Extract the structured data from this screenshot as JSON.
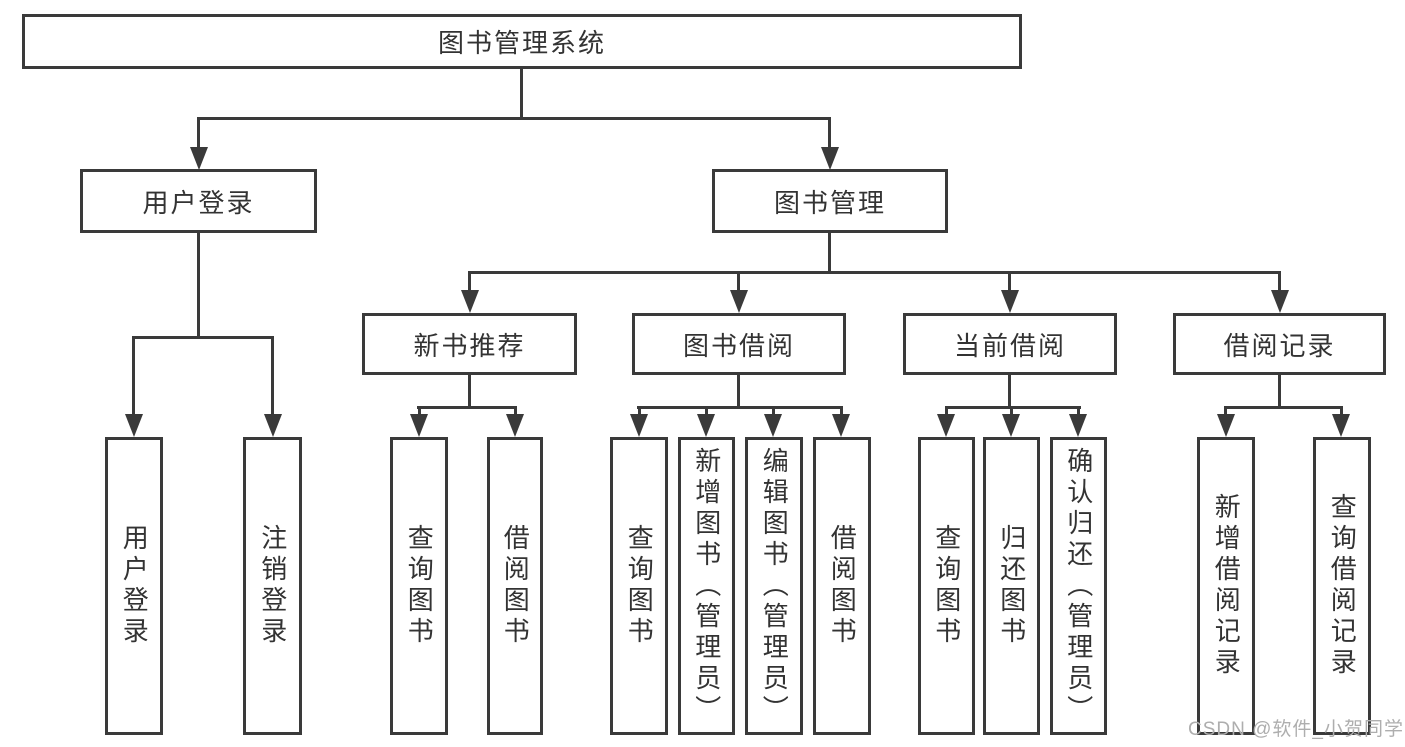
{
  "tree": {
    "root": {
      "label": "图书管理系统",
      "children": [
        {
          "label": "用户登录",
          "children": [
            {
              "label": "用户登录"
            },
            {
              "label": "注销登录"
            }
          ]
        },
        {
          "label": "图书管理",
          "children": [
            {
              "label": "新书推荐",
              "children": [
                {
                  "label": "查询图书"
                },
                {
                  "label": "借阅图书"
                }
              ]
            },
            {
              "label": "图书借阅",
              "children": [
                {
                  "label": "查询图书"
                },
                {
                  "label": "新增图书（管理员）"
                },
                {
                  "label": "编辑图书（管理员）"
                },
                {
                  "label": "借阅图书"
                }
              ]
            },
            {
              "label": "当前借阅",
              "children": [
                {
                  "label": "查询图书"
                },
                {
                  "label": "归还图书"
                },
                {
                  "label": "确认归还（管理员）"
                }
              ]
            },
            {
              "label": "借阅记录",
              "children": [
                {
                  "label": "新增借阅记录"
                },
                {
                  "label": "查询借阅记录"
                }
              ]
            }
          ]
        }
      ]
    }
  },
  "watermark": "CSDN @软件_小贺同学",
  "colors": {
    "line": "#3a3a3a",
    "text": "#333333",
    "background": "#ffffff",
    "watermark": "#aeaeae"
  }
}
